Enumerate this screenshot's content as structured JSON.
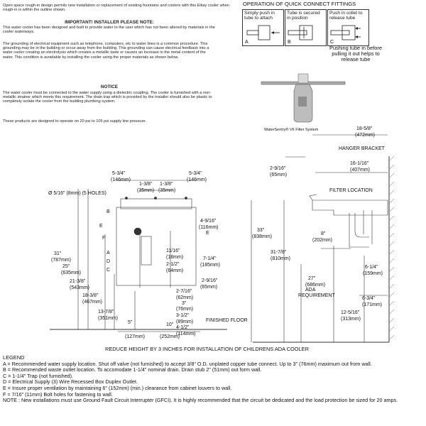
{
  "notes": {
    "intro": "Open space rough-in design permits new installation or replacement of existing fountains and coolers with this Elkay cooler when rough-in is within the outline shown.",
    "important_heading": "IMPORTANT!  INSTALLER PLEASE NOTE:",
    "important_body": "This water cooler has been designed and built to provide water to the user which has not been altered by materials in the cooler waterways.",
    "grounding_body": "The grounding of electrical equipment such as telephone, computers, etc to water lines is a common procedure. This grounding may be in the building or occur away from the building. This grounding can cause electrical feedback into a water cooler creating an electrolysis which creates a metallic taste or causes an increase in the metal content of the water. This condition is avoidable by installing the cooler using the proper materials as shown below.",
    "notice_heading": "NOTICE",
    "notice_body": "The water cooler must be connected to the water supply using a dielectric coupling. The cooler is furnished with a non-metallic strainer which meets this requirement. The drain trap which is provided by the installer should also be plastic to completely isolate the cooler from the building plumbing system.",
    "pressure_body": "These products are designed to operate on 20 psi to 105 psi supply line pressure."
  },
  "fittings": {
    "title": "OPERATION OF QUICK CONNECT FITTINGS",
    "panels": [
      {
        "label": "Simply push in tube to attach",
        "letter": "A"
      },
      {
        "label": "Tube is secured in position",
        "letter": "B"
      },
      {
        "label": "Push in collet to release tube",
        "letter": "C"
      }
    ],
    "release_note": "Pushing tube in before pulling it out helps to release tube"
  },
  "filter": {
    "caption": "WaterSentry® VII Filter System"
  },
  "front_view": {
    "top_left_dim": "5-3/4\"",
    "top_left_metric": "(146mm)",
    "top_right_dim": "5-3/4\"",
    "top_right_metric": "(146mm)",
    "inner_left_dim": "1-3/8\"",
    "inner_left_metric": "(35mm)",
    "inner_right_dim": "1-3/8\"",
    "inner_right_metric": "(35mm)",
    "holes_label": "Ø 5/16\" (8mm) (5 HOLES)",
    "label_B": "B",
    "label_E1": "E",
    "label_E2": "E",
    "label_F": "F",
    "label_A": "A",
    "label_D": "D",
    "label_C": "C",
    "d_4916": "4-9/16\"",
    "d_4916_m": "(116mm)",
    "d_1116": "11/16\"",
    "d_1116_m": "(18mm)",
    "d_212": "2-1/2\"",
    "d_212_m": "(64mm)",
    "d_714": "7-1/4\"",
    "d_714_m": "(185mm)",
    "d_2916": "2-9/16\"",
    "d_2916_m": "(65mm)",
    "d_2716": "2-7/16\"",
    "d_2716_m": "(62mm)",
    "d_3": "3\"",
    "d_3_m": "(76mm)",
    "d_312": "3-1/2\"",
    "d_312_m": "(89mm)",
    "d_412": "4-1/2\"",
    "d_412_m": "(114mm)",
    "d_31": "31\"",
    "d_31_m": "(787mm)",
    "d_25": "25\"",
    "d_25_m": "(635mm)",
    "d_2138": "21-3/8\"",
    "d_2138_m": "(543mm)",
    "d_1838": "18-3/8\"",
    "d_1838_m": "(467mm)",
    "d_1378": "13-7/8\"",
    "d_1378_m": "(351mm)",
    "d_5": "5\"",
    "d_5_m": "(127mm)",
    "d_10": "10\"",
    "d_10_m": "(252mm)",
    "floor": "FINISHED FLOOR"
  },
  "side_view": {
    "d_1858": "18-5/8\"",
    "d_1858_m": "(472mm)",
    "hanger": "HANGER BRACKET",
    "d_2916": "2-9/16\"",
    "d_2916_m": "(65mm)",
    "d_16116": "16-1/16\"",
    "d_16116_m": "(407mm)",
    "filter_location": "FILTER LOCATION",
    "d_33": "33\"",
    "d_33_m": "(838mm)",
    "d_8": "8\"",
    "d_8_m": "(202mm)",
    "d_3178": "31-7/8\"",
    "d_3178_m": "(810mm)",
    "d_614": "6-1/4\"",
    "d_614_m": "(159mm)",
    "d_27": "27\"",
    "d_27_m": "(686mm)",
    "ada1": "ADA",
    "ada2": "REQUIREMENT",
    "d_634": "6-3/4\"",
    "d_634_m": "(171mm)",
    "d_12516": "12-5/16\"",
    "d_12516_m": "(313mm)"
  },
  "reduce_note": "REDUCE HEIGHT BY 3 INCHES FOR INSTALLATION OF CHILDRENS ADA COOLER",
  "legend": {
    "title": "LEGEND",
    "items": [
      "A = Recommended water supply location. Shut off valve (not furnished) to accept 3/8\" O.D. unplated copper tube connect. Up to 3\" (76mm) maximum out from wall.",
      "B = Recommended waste outlet location. To accomodate 1-1/4\" nominal drain. Drain stub 2\" (51mm) out form wall.",
      "C = 1-1/4\" Trap (not furnished).",
      "D = Electrical Supply (3) Wire Recessed Box Duplex Outlet.",
      "E = Insure proper ventilation by maintaining 6\" (152mm) (min.) clearance from cabinet louvers to wall.",
      "F = 7/16\" (11mm) Bolt holes for fastening to wall."
    ],
    "note": "NOTE : New installations must use Ground Fault Circuit Interrupter (GFCI). It is highly recommended that the circuit be dedicated and the load protection be sized for 20 amps."
  }
}
